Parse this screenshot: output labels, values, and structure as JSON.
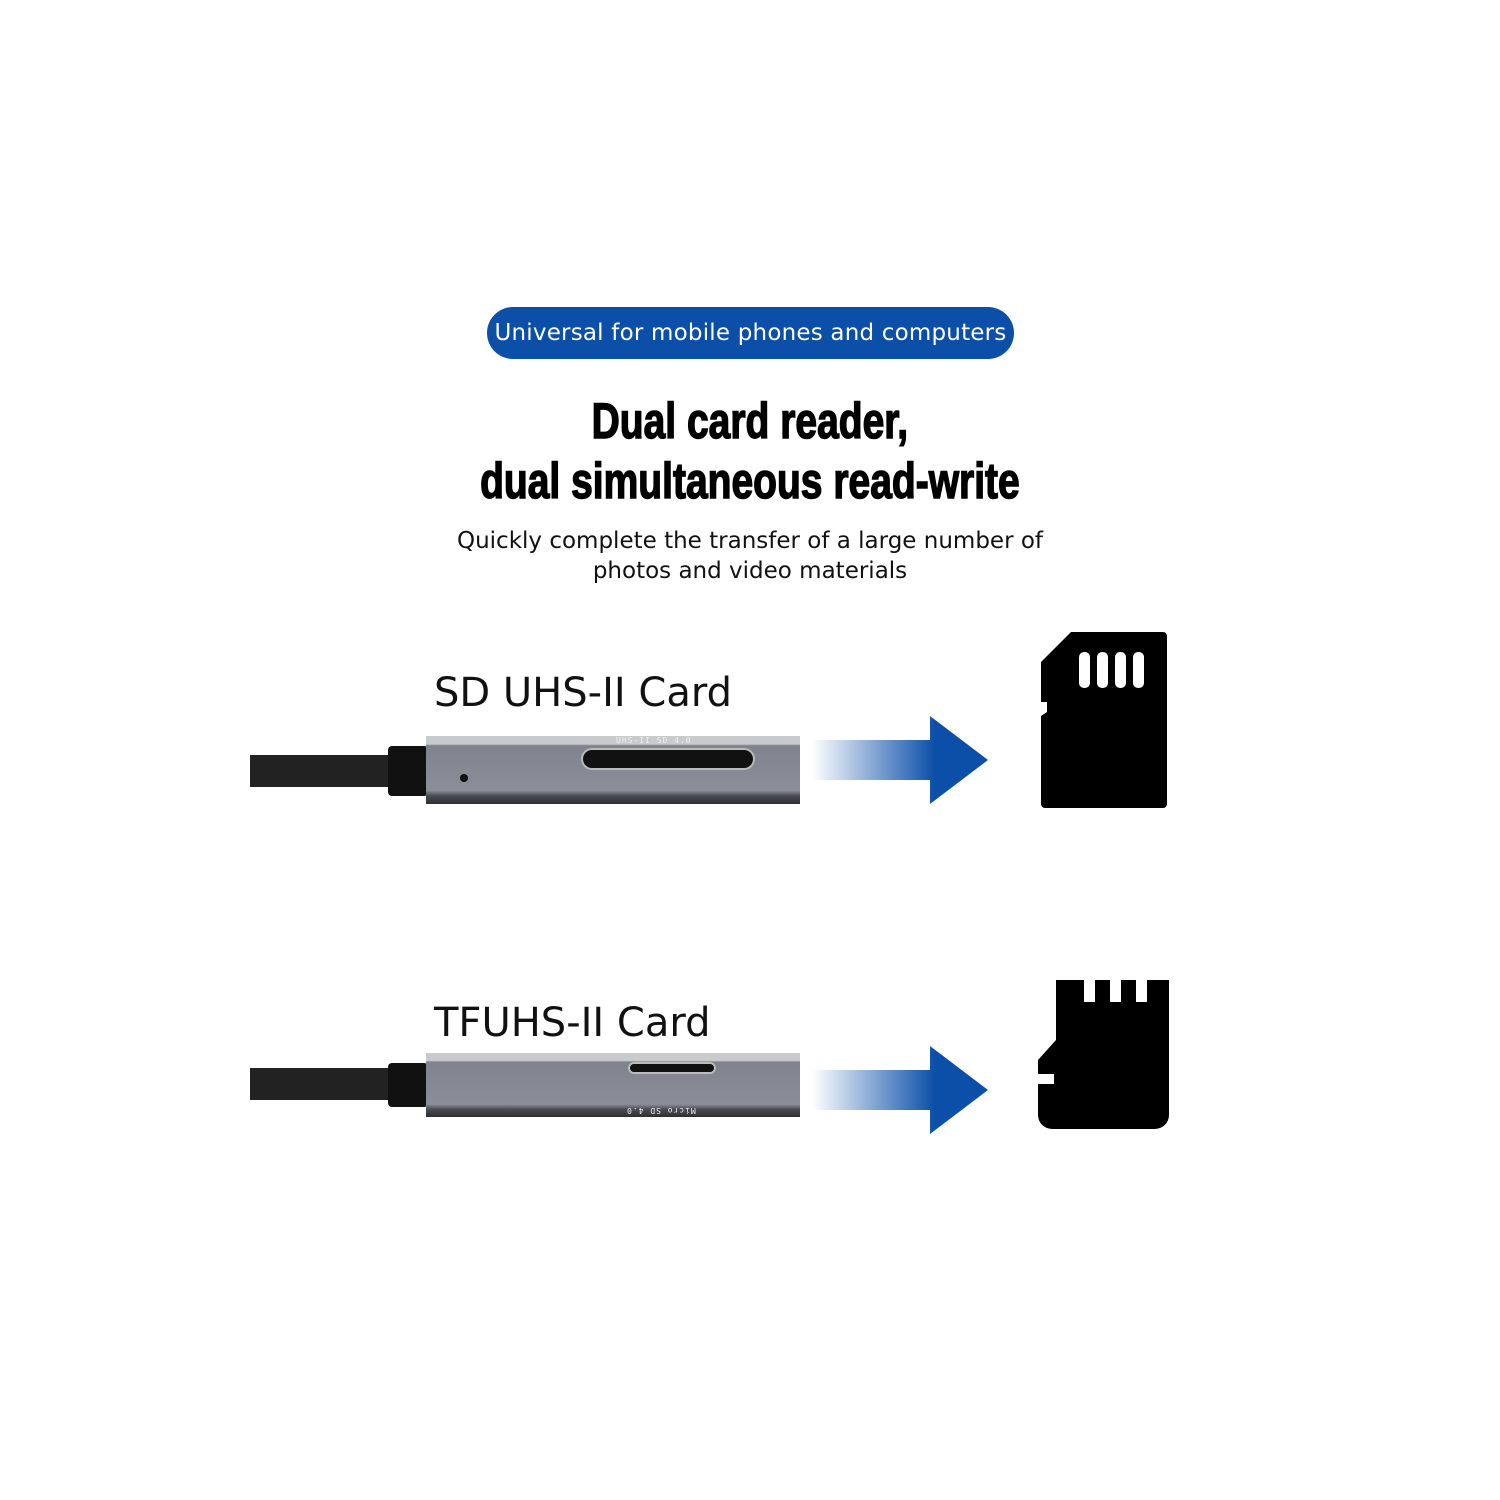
{
  "badge": "Universal for mobile phones and computers",
  "headline": {
    "line1": "Dual card reader,",
    "line2": "dual simultaneous read-write"
  },
  "subtitle": {
    "line1": "Quickly complete the transfer of a large number of",
    "line2": "photos and video materials"
  },
  "rows": [
    {
      "label": "SD UHS-II Card",
      "engraving": "UHS-II SD 4.0",
      "card_icon": "sd-card-icon"
    },
    {
      "label": "TFUHS-II Card",
      "engraving": "Micro SD 4.0",
      "card_icon": "microsd-card-icon"
    }
  ],
  "colors": {
    "accent": "#0b4fa8",
    "card": "#000000",
    "reader": "#8b8e99"
  }
}
